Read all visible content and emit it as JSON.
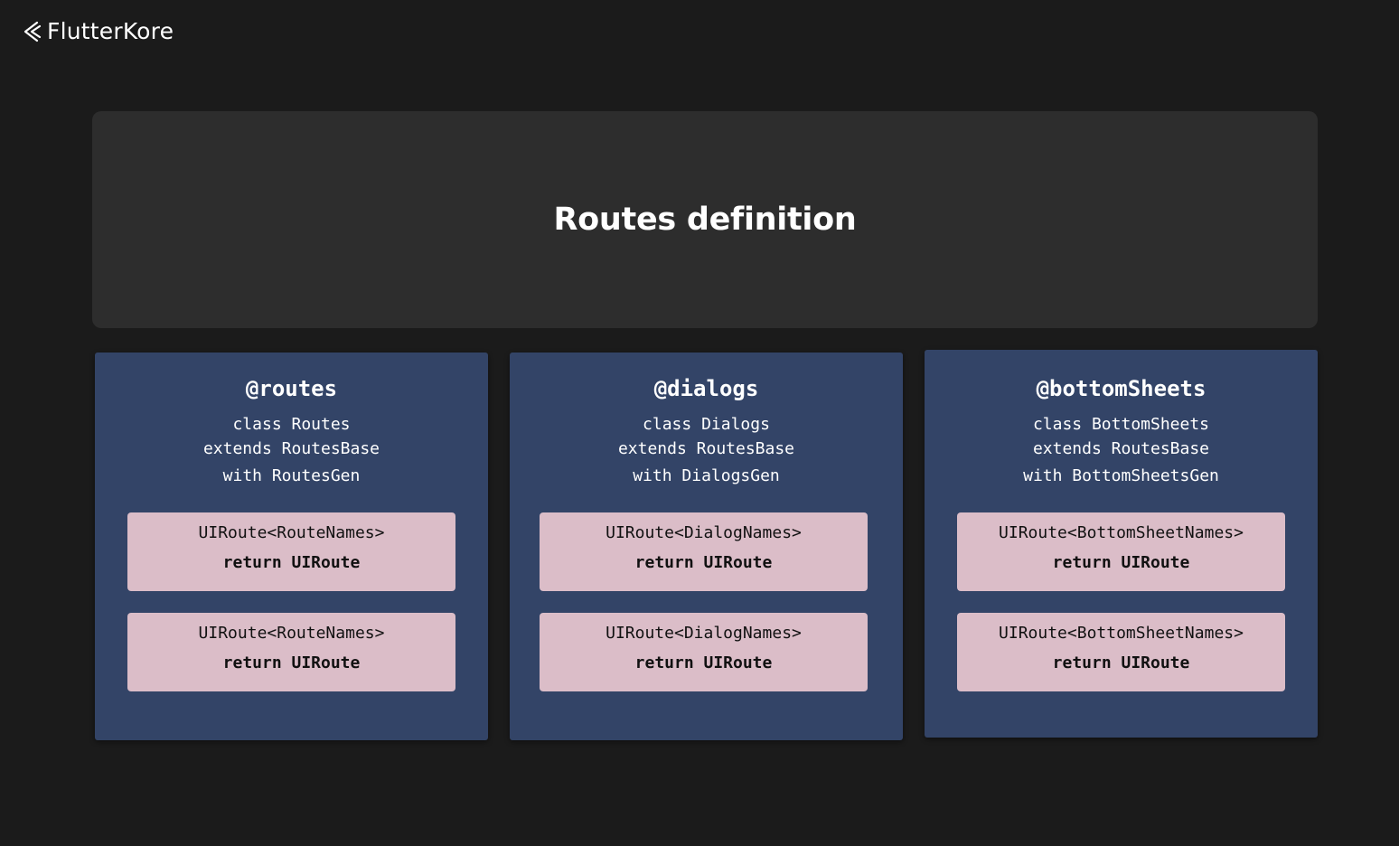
{
  "brand": {
    "name": "FlutterKore",
    "logo_icon": "flutterkore-logo-icon"
  },
  "title": "Routes definition",
  "columns": [
    {
      "heading": "@routes",
      "lines": [
        "class Routes",
        "extends RoutesBase",
        "with RoutesGen"
      ],
      "cards": [
        {
          "type": "UIRoute<RouteNames>",
          "return_text": "return UIRoute"
        },
        {
          "type": "UIRoute<RouteNames>",
          "return_text": "return UIRoute"
        }
      ]
    },
    {
      "heading": "@dialogs",
      "lines": [
        "class Dialogs",
        "extends RoutesBase",
        "with DialogsGen"
      ],
      "cards": [
        {
          "type": "UIRoute<DialogNames>",
          "return_text": "return UIRoute"
        },
        {
          "type": "UIRoute<DialogNames>",
          "return_text": "return UIRoute"
        }
      ]
    },
    {
      "heading": "@bottomSheets",
      "lines": [
        "class BottomSheets",
        "extends RoutesBase",
        "with BottomSheetsGen"
      ],
      "cards": [
        {
          "type": "UIRoute<BottomSheetNames>",
          "return_text": "return UIRoute"
        },
        {
          "type": "UIRoute<BottomSheetNames>",
          "return_text": "return UIRoute"
        }
      ]
    }
  ],
  "colors": {
    "background": "#1b1b1b",
    "title_panel": "#2d2d2d",
    "column": "#334467",
    "card": "#dbbdc8"
  }
}
